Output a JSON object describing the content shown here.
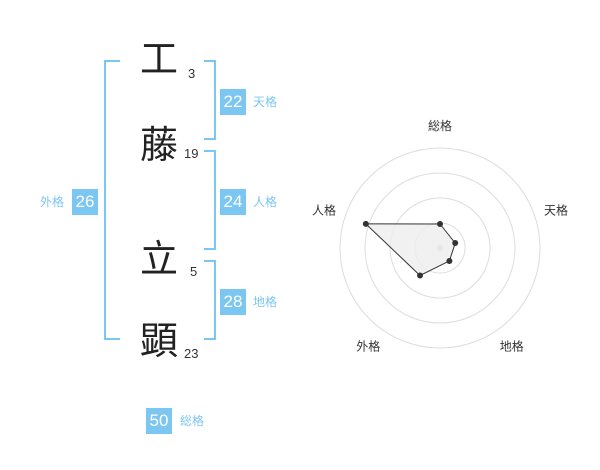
{
  "name": {
    "chars": [
      {
        "char": "工",
        "strokes": "3"
      },
      {
        "char": "藤",
        "strokes": "19"
      },
      {
        "char": "立",
        "strokes": "5"
      },
      {
        "char": "顕",
        "strokes": "23"
      }
    ]
  },
  "fortune": {
    "tenkaku": {
      "value": "22",
      "label": "天格"
    },
    "jinkaku": {
      "value": "24",
      "label": "人格"
    },
    "chikaku": {
      "value": "28",
      "label": "地格"
    },
    "gaikaku": {
      "value": "26",
      "label": "外格"
    },
    "soukaku": {
      "value": "50",
      "label": "総格"
    }
  },
  "colors": {
    "accent": "#7cc6f2",
    "text": "#222222",
    "radar_fill": "#eeeeee",
    "radar_ring": "#dddddd"
  },
  "chart_data": {
    "type": "radar",
    "axes": [
      "総格",
      "天格",
      "地格",
      "外格",
      "人格"
    ],
    "values": [
      0.24,
      0.16,
      0.16,
      0.34,
      0.78
    ],
    "rings": 4,
    "range": [
      0,
      1
    ]
  }
}
